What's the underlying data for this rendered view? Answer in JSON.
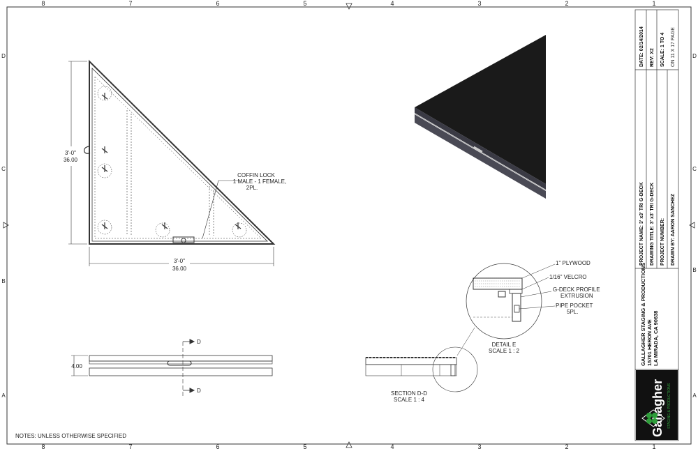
{
  "border": {
    "columns": [
      "8",
      "7",
      "6",
      "5",
      "4",
      "3",
      "2",
      "1"
    ],
    "rows": [
      "D",
      "C",
      "B",
      "A"
    ]
  },
  "notes": "NOTES: UNLESS OTHERWISE SPECIFIED",
  "top_view": {
    "dim_height_ft": "3'-0\"",
    "dim_height_in": "36.00",
    "dim_width_ft": "3'-0\"",
    "dim_width_in": "36.00",
    "callout_line1": "COFFIN LOCK",
    "callout_line2": "1 MALE - 1 FEMALE,",
    "callout_line3": "2PL."
  },
  "side_view": {
    "thickness": "4.00",
    "section_marker": "D"
  },
  "section": {
    "title": "SECTION D-D",
    "scale": "SCALE 1 : 4"
  },
  "detail": {
    "title": "DETAIL E",
    "scale": "SCALE 1 : 2",
    "label_plywood": "1\" PLYWOOD",
    "label_velcro": "1/16\" VELCRO",
    "label_profile1": "G-DECK PROFILE",
    "label_profile2": "EXTRUSION",
    "label_pocket1": "PIPE POCKET",
    "label_pocket2": "5PL."
  },
  "title_block": {
    "date": "DATE: 02/14/2014",
    "rev": "REV: X2",
    "scale": "SCALE: 1 TO 4",
    "page": "ON 11 X 17 PAGE",
    "project_name": "PROJECT NAME: 3' x3' TRI G-DECK",
    "drawing_title": "DRAWING TITLE: 3' x3' TRI G-DECK",
    "project_number": "PROJECT NUMBER:",
    "drawn_by": "DRAWN BY: AARON SANCHEZ",
    "company": "GALLAGHER STAGING & PRODUCTIONS",
    "address1": "15701 HERON AVE",
    "address2": "LA MIRADA, CA 90638",
    "logo_text": "Gallagher",
    "logo_sub": "STAGING & PRODUCTIONS"
  },
  "colors": {
    "line": "#333333",
    "deck_top": "#1a1a1a",
    "deck_edge": "#4a4a55",
    "logo_green": "#2e9e3a"
  }
}
